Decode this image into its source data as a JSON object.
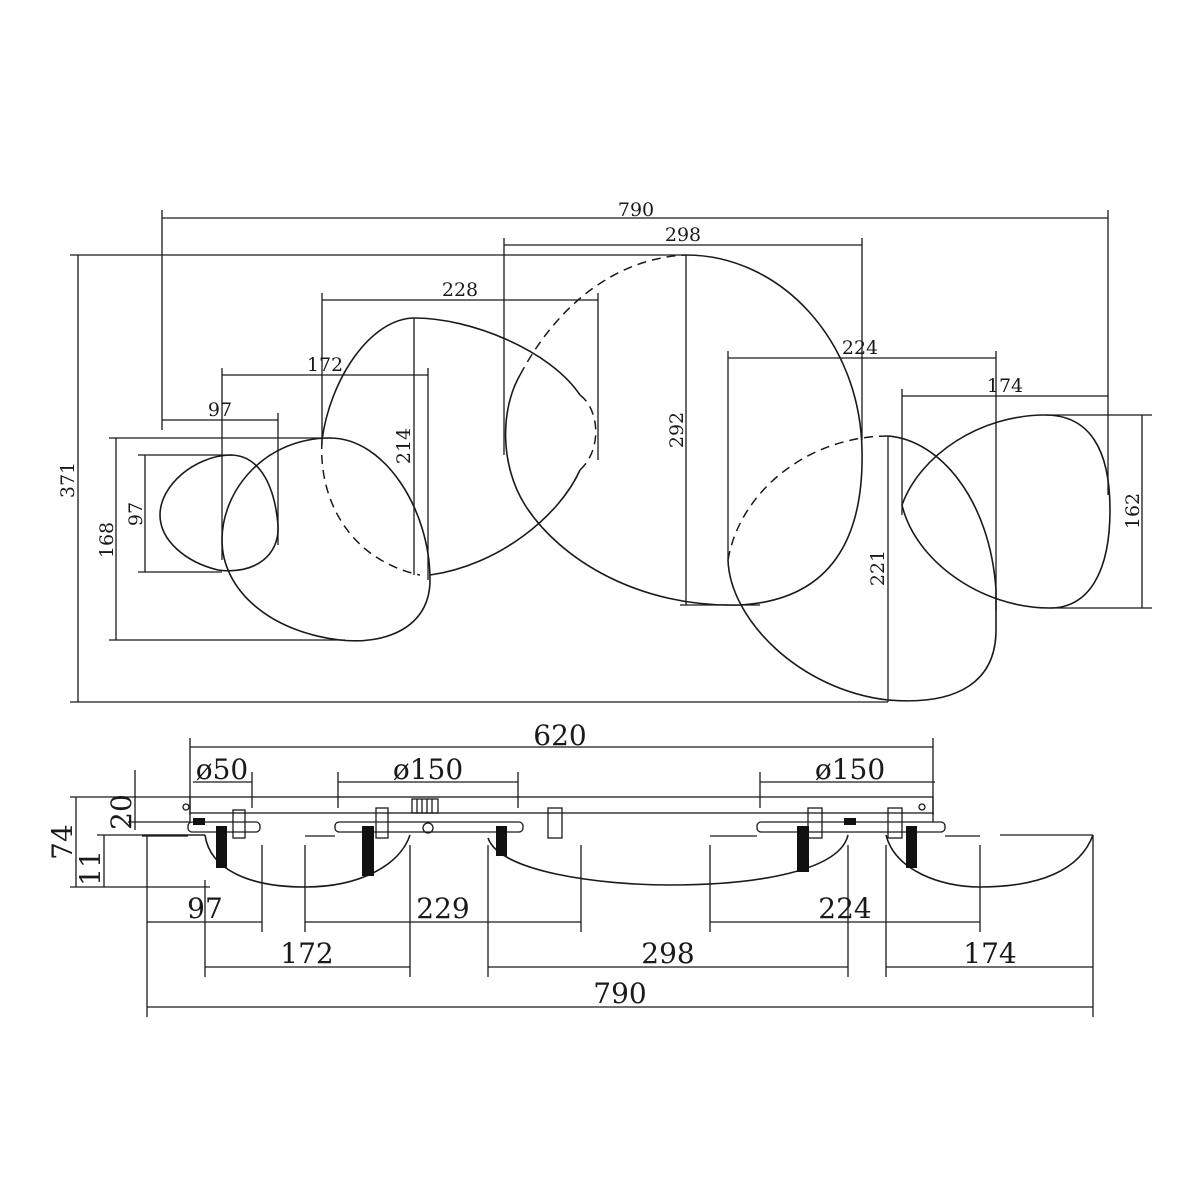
{
  "top_view": {
    "overall_width": "790",
    "overall_height": "371",
    "shade_1": {
      "width": "97",
      "height": "97"
    },
    "shade_2": {
      "width": "172",
      "height": "168"
    },
    "shade_3": {
      "width": "228",
      "height": "214"
    },
    "shade_4": {
      "width": "298",
      "height": "292"
    },
    "shade_5": {
      "width": "224",
      "height": "221"
    },
    "shade_6": {
      "width": "174",
      "height": "162"
    }
  },
  "side_view": {
    "base_length": "620",
    "dia_small": "ø50",
    "dia_mid": "ø150",
    "dia_right": "ø150",
    "total_height": "74",
    "base_height": "20",
    "shade_depth": "11",
    "dim_97": "97",
    "dim_229": "229",
    "dim_224": "224",
    "dim_172": "172",
    "dim_298": "298",
    "dim_174": "174",
    "overall_width": "790"
  }
}
